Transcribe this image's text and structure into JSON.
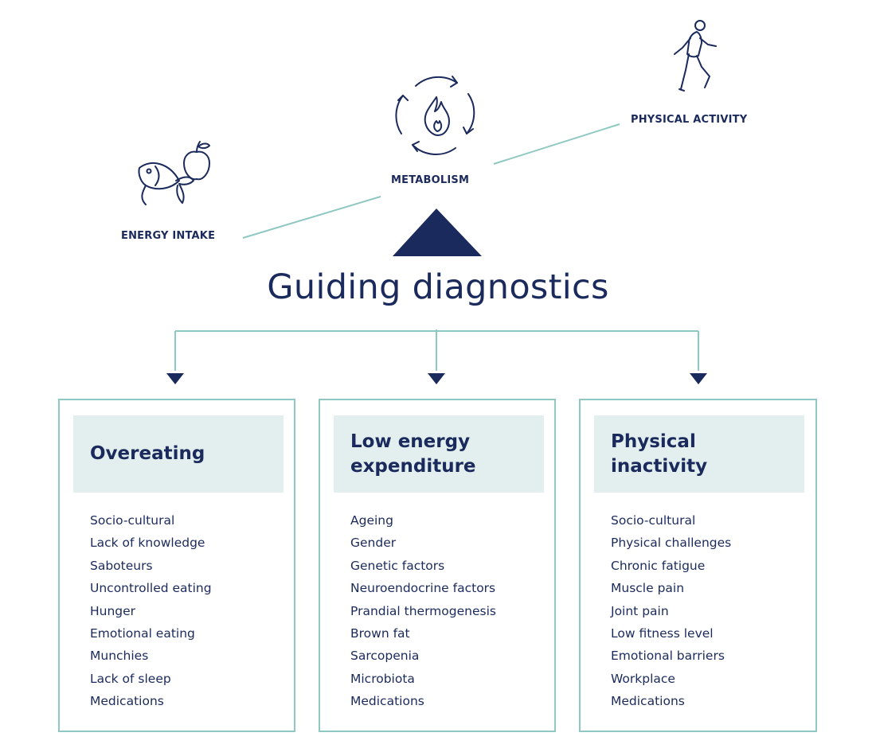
{
  "scale": {
    "left_label": "ENERGY INTAKE",
    "center_label": "METABOLISM",
    "right_label": "PHYSICAL ACTIVITY"
  },
  "title": "Guiding diagnostics",
  "columns": [
    {
      "title": "Overeating",
      "items": [
        "Socio-cultural",
        "Lack of knowledge",
        "Saboteurs",
        "Uncontrolled eating",
        "Hunger",
        "Emotional eating",
        "Munchies",
        "Lack of sleep",
        "Medications"
      ]
    },
    {
      "title": "Low energy\nexpenditure",
      "items": [
        "Ageing",
        "Gender",
        "Genetic factors",
        "Neuroendocrine factors",
        "Prandial thermogenesis",
        "Brown fat",
        "Sarcopenia",
        "Microbiota",
        "Medications"
      ]
    },
    {
      "title": "Physical\ninactivity",
      "items": [
        "Socio-cultural",
        "Physical challenges",
        "Chronic fatigue",
        "Muscle pain",
        "Joint pain",
        "Low fitness level",
        "Emotional barriers",
        "Workplace",
        "Medications"
      ]
    }
  ],
  "colors": {
    "navy": "#1b2a5c",
    "teal_line": "#8fc8c2",
    "header_fill": "#e2efee"
  },
  "icons": {
    "left": "fish-and-apple-icon",
    "center": "metabolism-cycle-flame-icon",
    "right": "runner-icon"
  }
}
